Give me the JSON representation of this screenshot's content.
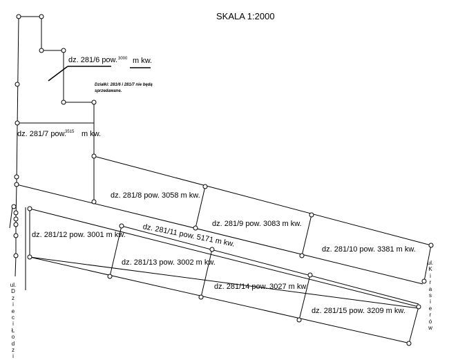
{
  "scale_label": "SKALA 1:2000",
  "parcels": [
    {
      "id": "281/6",
      "label": "dz. 281/6 pow.",
      "area": "3000",
      "unit": "m kw."
    },
    {
      "id": "281/7",
      "label": "dz. 281/7 pow.",
      "area": "3515",
      "unit": "m kw."
    },
    {
      "id": "281/8",
      "label": "dz. 281/8 pow. 3058 m kw."
    },
    {
      "id": "281/9",
      "label": "dz. 281/9 pow. 3083 m kw."
    },
    {
      "id": "281/10",
      "label": "dz. 281/10 pow. 3381 m kw."
    },
    {
      "id": "281/11",
      "label": "dz. 281/11 pow. 5171 m kw."
    },
    {
      "id": "281/12",
      "label": "dz. 281/12 pow. 3001 m kw."
    },
    {
      "id": "281/13",
      "label": "dz. 281/13 pow. 3002 m kw."
    },
    {
      "id": "281/14",
      "label": "dz. 281/14 pow. 3027 m kw."
    },
    {
      "id": "281/15",
      "label": "dz. 281/15 pow. 3209 m kw."
    }
  ],
  "note": {
    "line1": "Działki: 281/6 i 281/7 nie będą",
    "line2": "sprzedawane."
  },
  "streets": {
    "left": {
      "chars": [
        "ul.",
        "D",
        "z",
        "i",
        "e",
        "c",
        "i",
        "Ł",
        "o",
        "d",
        "z",
        "i"
      ]
    },
    "right": {
      "chars": [
        "ul.",
        "K",
        "i",
        "r",
        "a",
        "s",
        "i",
        "e",
        "r",
        "ó",
        "w"
      ]
    }
  },
  "colors": {
    "line": "#000000",
    "marker": "#000000",
    "background": "#ffffff"
  }
}
